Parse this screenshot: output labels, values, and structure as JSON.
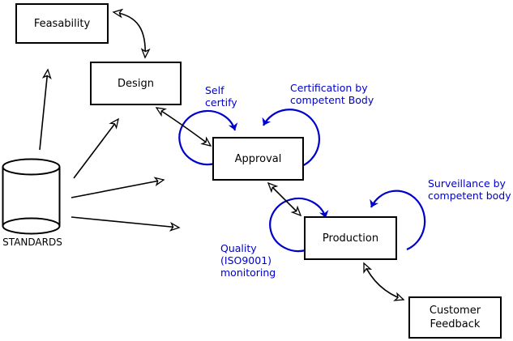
{
  "diagram": {
    "background_color": "#ffffff",
    "line_color": "#000000",
    "accent_color": "#0000cc"
  },
  "nodes": {
    "feasability": {
      "label": "Feasability"
    },
    "design": {
      "label": "Design"
    },
    "approval": {
      "label": "Approval"
    },
    "production": {
      "label": "Production"
    },
    "customer_feedback": {
      "lines": [
        "Customer",
        "Feedback"
      ]
    },
    "standards": {
      "label": "STANDARDS"
    }
  },
  "annotations": {
    "self_certify": {
      "lines": [
        "Self",
        "certify"
      ]
    },
    "certification": {
      "lines": [
        "Certification by",
        "competent Body"
      ]
    },
    "surveillance": {
      "lines": [
        "Surveillance by",
        "competent body"
      ]
    },
    "quality_monitoring": {
      "lines": [
        "Quality",
        "(ISO9001)",
        "monitoring"
      ]
    }
  }
}
